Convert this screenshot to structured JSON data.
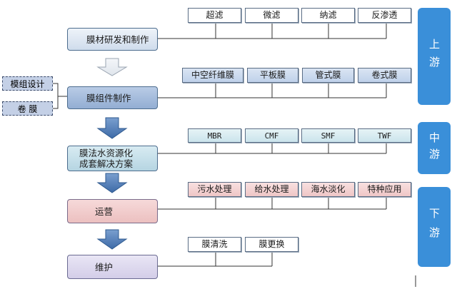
{
  "main_steps": [
    {
      "label": "膜材研发和制作"
    },
    {
      "label": "膜组件制作"
    },
    {
      "label": "膜法水资源化\n成套解决方案"
    },
    {
      "label": "运营"
    },
    {
      "label": "维护"
    }
  ],
  "branches": [
    {
      "items": [
        "超滤",
        "微滤",
        "纳滤",
        "反渗透"
      ]
    },
    {
      "items": [
        "中空纤维膜",
        "平板膜",
        "管式膜",
        "卷式膜"
      ]
    },
    {
      "items": [
        "MBR",
        "CMF",
        "SMF",
        "TWF"
      ]
    },
    {
      "items": [
        "污水处理",
        "给水处理",
        "海水淡化",
        "特种应用"
      ]
    },
    {
      "items": [
        "膜清洗",
        "膜更换"
      ]
    }
  ],
  "side_inputs": [
    "模组设计",
    "卷 膜"
  ],
  "stages": [
    {
      "label": "上游"
    },
    {
      "label": "中游"
    },
    {
      "label": "下游"
    }
  ],
  "colors": {
    "stage": "#3a8fd9",
    "arrow": "#4d6d8e",
    "line": "#333333"
  }
}
